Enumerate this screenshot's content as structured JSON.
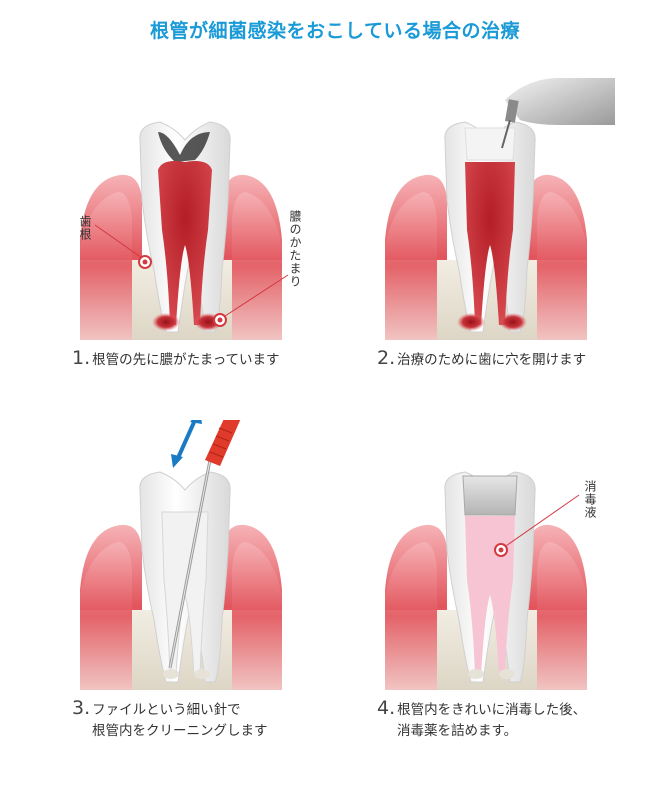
{
  "title": "根管が細菌感染をおこしている場合の治療",
  "labels": {
    "shikon": "歯根",
    "umi": "膿のかたまり",
    "shodoku": "消毒液"
  },
  "steps": [
    {
      "number": "1.",
      "text": "根管の先に膿がたまっています"
    },
    {
      "number": "2.",
      "text": "治療のために歯に穴を開けます"
    },
    {
      "number": "3.",
      "text": "ファイルという細い針で",
      "text2": "根管内をクリーニングします"
    },
    {
      "number": "4.",
      "text": "根管内をきれいに消毒した後、",
      "text2": "消毒薬を詰めます。"
    }
  ],
  "colors": {
    "title": "#1a9ad6",
    "gum": "#e8606a",
    "infection": "#c0282e",
    "disinfectant": "#f7c4d4",
    "arrow": "#1a7bc4",
    "file_handle": "#e03a2a"
  }
}
